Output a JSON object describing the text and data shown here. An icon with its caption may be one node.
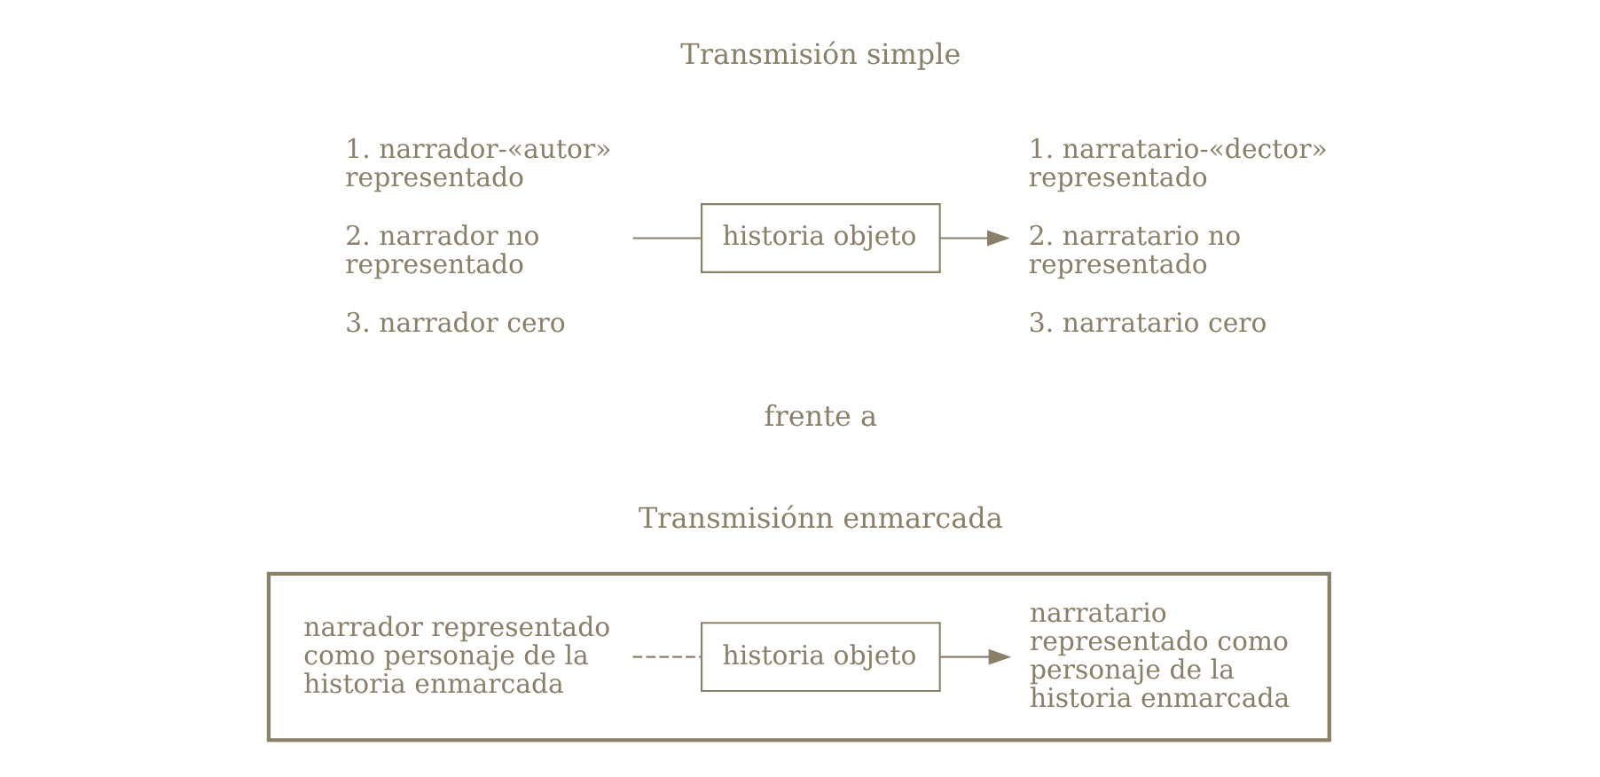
{
  "diagram": {
    "nodes": [
      {
        "text": [
          "1. narrador-«autor» representado",
          "2. narrador no representado",
          "3. narrador cero"
        ]
      },
      {
        "text": [
          "historia objeto"
        ]
      },
      {
        "text": [
          "1. narratario-«dector» representado",
          "2. narratario no representado",
          "3. narratario cero"
        ]
      },
      {
        "text": [],
        "shape": "box"
      },
      {
        "text": [
          "narrador representado como personaje de la historia enmarcada"
        ],
        "in": 3
      },
      {
        "text": [
          "historia objeto"
        ],
        "in": 3
      },
      {
        "text": [
          "narratario representado como personaje de la historia enmarcada"
        ],
        "in": 3
      }
    ],
    "edges": [
      {
        "from": 0,
        "to": 1,
        "arrow": "none"
      },
      {
        "from": 1,
        "to": 2,
        "arrow": "to"
      },
      {
        "from": 4,
        "to": 5,
        "arrow": "none",
        "style": "dashed"
      },
      {
        "from": 5,
        "to": 6,
        "arrow": "to"
      }
    ],
    "labels": [
      "Transmisión simple",
      "frente a",
      "Transmisiónn enmarcada"
    ]
  }
}
